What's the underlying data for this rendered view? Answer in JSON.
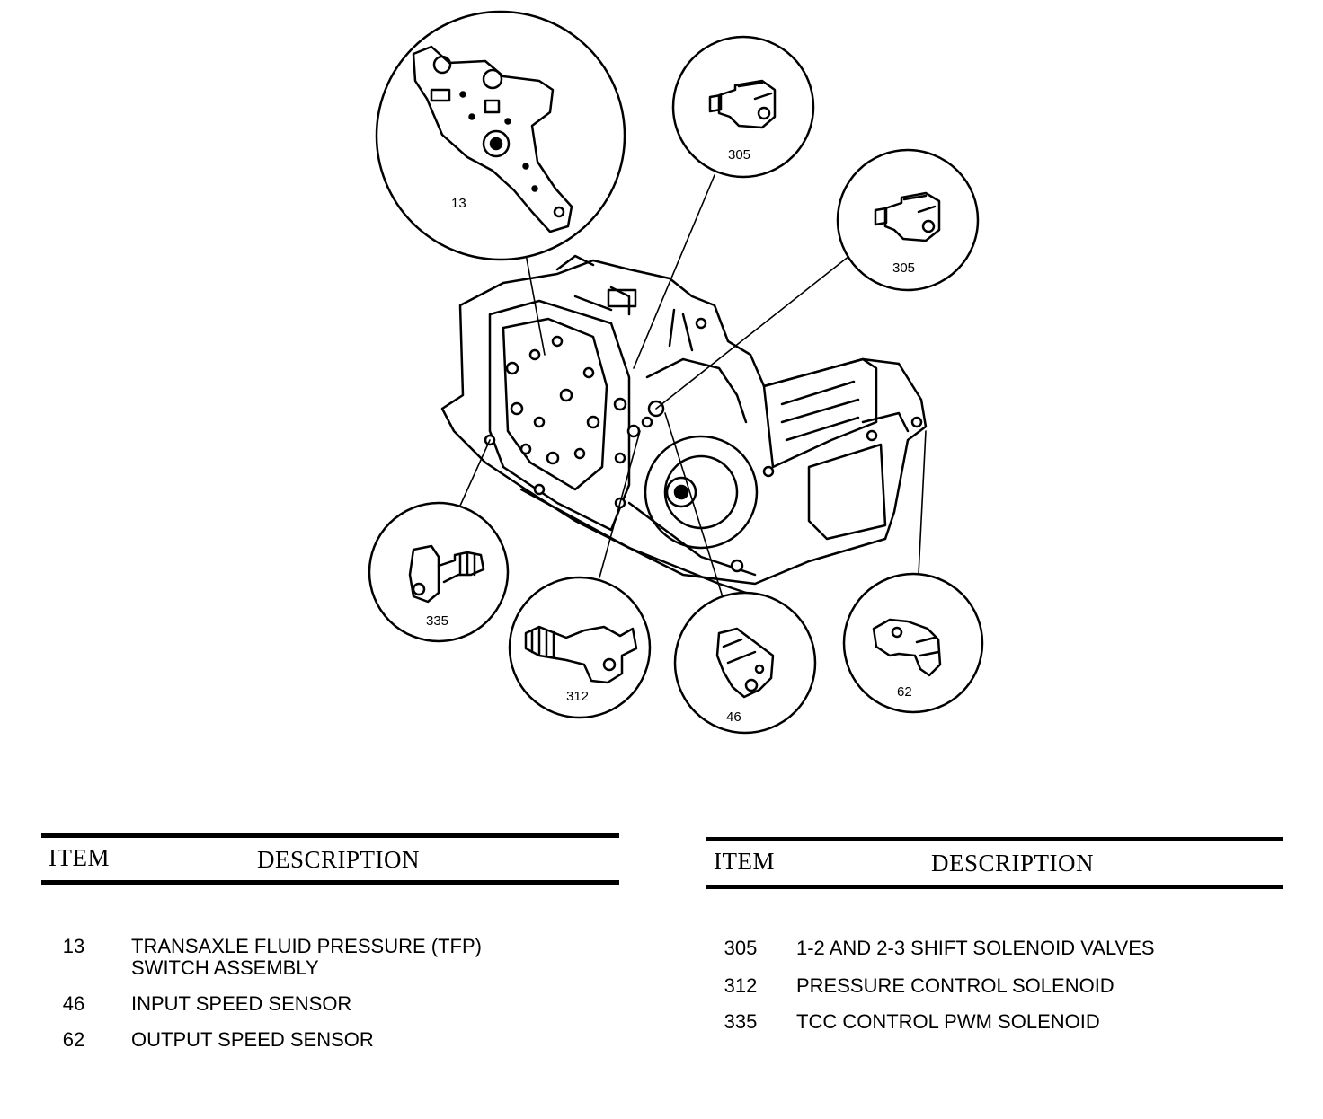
{
  "callouts": [
    {
      "id": "13",
      "label": "13"
    },
    {
      "id": "305a",
      "label": "305"
    },
    {
      "id": "305b",
      "label": "305"
    },
    {
      "id": "335",
      "label": "335"
    },
    {
      "id": "312",
      "label": "312"
    },
    {
      "id": "46",
      "label": "46"
    },
    {
      "id": "62",
      "label": "62"
    }
  ],
  "tables": [
    {
      "header": {
        "item": "ITEM",
        "description": "DESCRIPTION"
      },
      "rows": [
        {
          "item": "13",
          "description": [
            "TRANSAXLE FLUID PRESSURE (TFP)",
            "SWITCH ASSEMBLY"
          ]
        },
        {
          "item": "46",
          "description": [
            "INPUT SPEED SENSOR"
          ]
        },
        {
          "item": "62",
          "description": [
            "OUTPUT SPEED SENSOR"
          ]
        }
      ]
    },
    {
      "header": {
        "item": "ITEM",
        "description": "DESCRIPTION"
      },
      "rows": [
        {
          "item": "305",
          "description": [
            "1-2 AND 2-3 SHIFT SOLENOID VALVES"
          ]
        },
        {
          "item": "312",
          "description": [
            "PRESSURE CONTROL SOLENOID"
          ]
        },
        {
          "item": "335",
          "description": [
            "TCC CONTROL PWM SOLENOID"
          ]
        }
      ]
    }
  ]
}
